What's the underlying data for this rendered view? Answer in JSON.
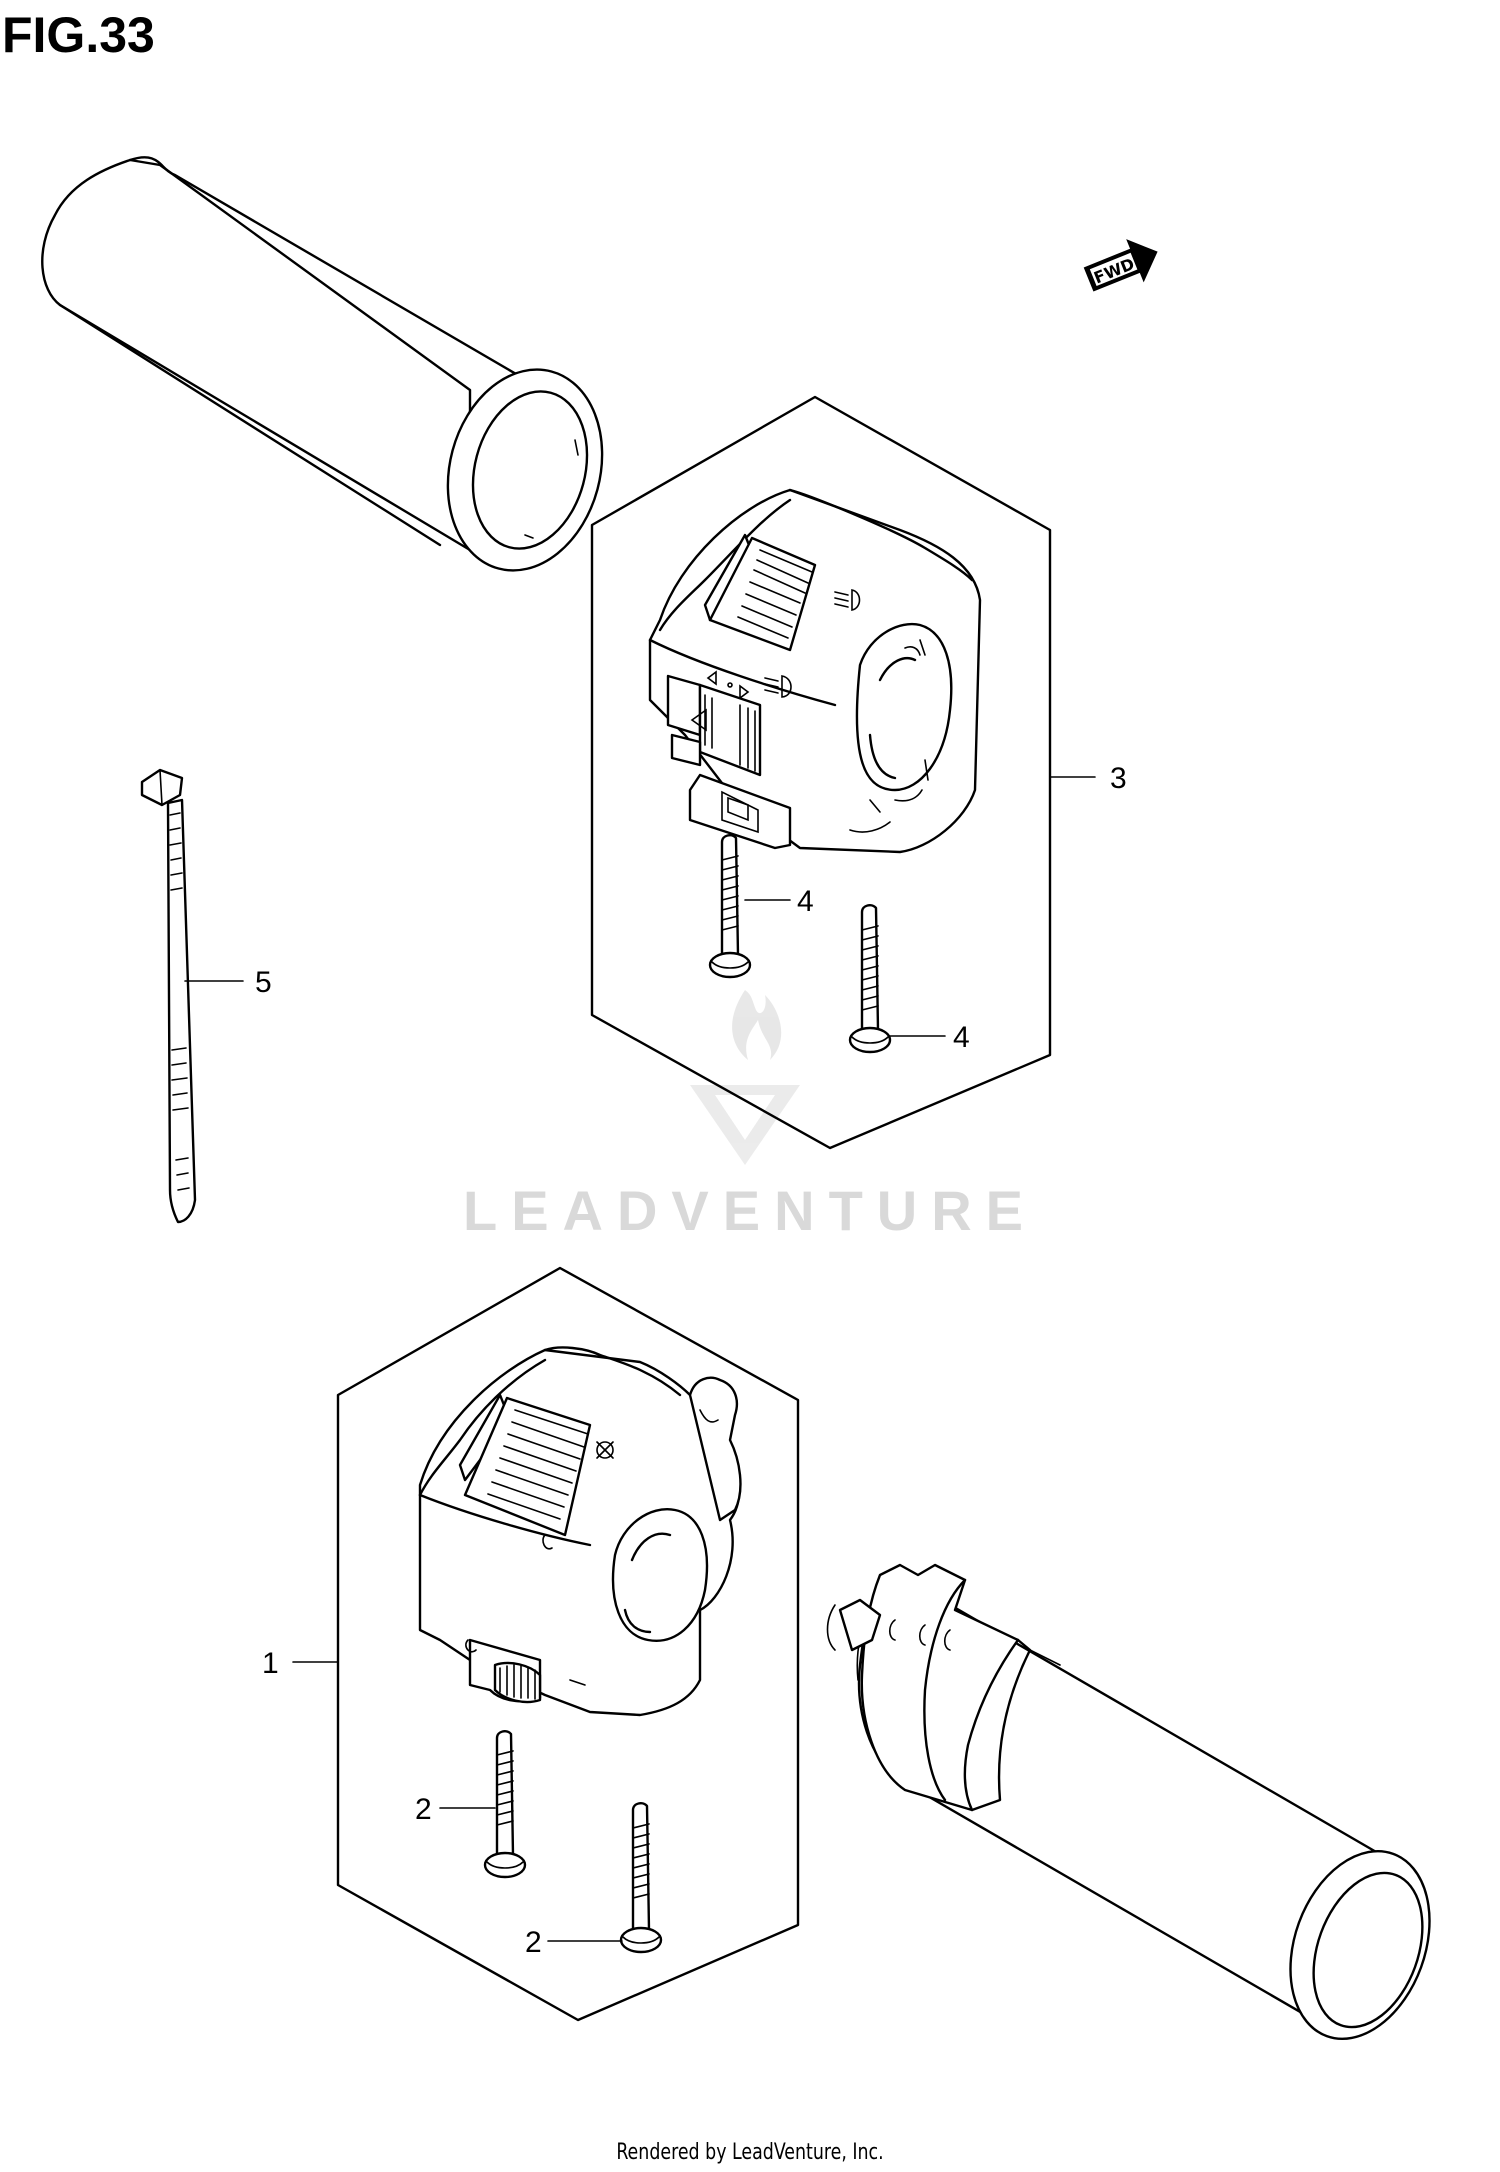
{
  "figure": {
    "title": "FIG.33"
  },
  "orientation_badge": {
    "label": "FWD"
  },
  "callouts": {
    "c1": "1",
    "c2a": "2",
    "c2b": "2",
    "c3": "3",
    "c4a": "4",
    "c4b": "4",
    "c5": "5"
  },
  "watermark": {
    "text": "LEADVENTURE"
  },
  "footer": {
    "text": "Rendered by LeadVenture, Inc."
  }
}
